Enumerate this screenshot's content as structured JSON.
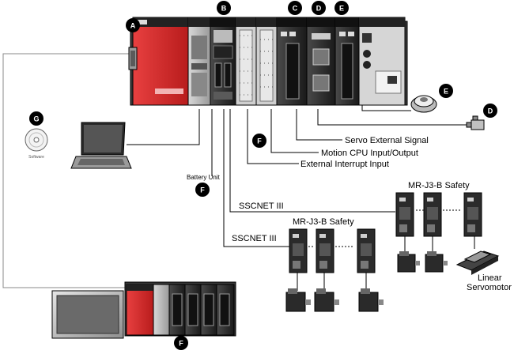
{
  "diagram": {
    "badges": {
      "a": "A",
      "b": "B",
      "c": "C",
      "d_top": "D",
      "e_top": "E",
      "e_right": "E",
      "d_right": "D",
      "g": "G",
      "f_mid": "F",
      "f_battery": "F",
      "f_bottom": "F"
    },
    "labels": {
      "servo_external_signal": "Servo External Signal",
      "motion_cpu_io": "Motion CPU Input/Output",
      "external_interrupt": "External Interrupt Input",
      "battery_unit": "Battery Unit",
      "sscnet_upper": "SSCNET III",
      "sscnet_lower": "SSCNET III",
      "amp_group_upper": "MR-J3-B Safety",
      "amp_group_lower": "MR-J3-B Safety",
      "linear_line1": "Linear",
      "linear_line2": "Servomotor",
      "software": "Software"
    },
    "colors": {
      "plc_red": "#d42a2a",
      "module_dark": "#2b2b2b",
      "module_gray": "#bdbdbd",
      "badge_fill": "#000000",
      "wire": "#000000"
    }
  }
}
